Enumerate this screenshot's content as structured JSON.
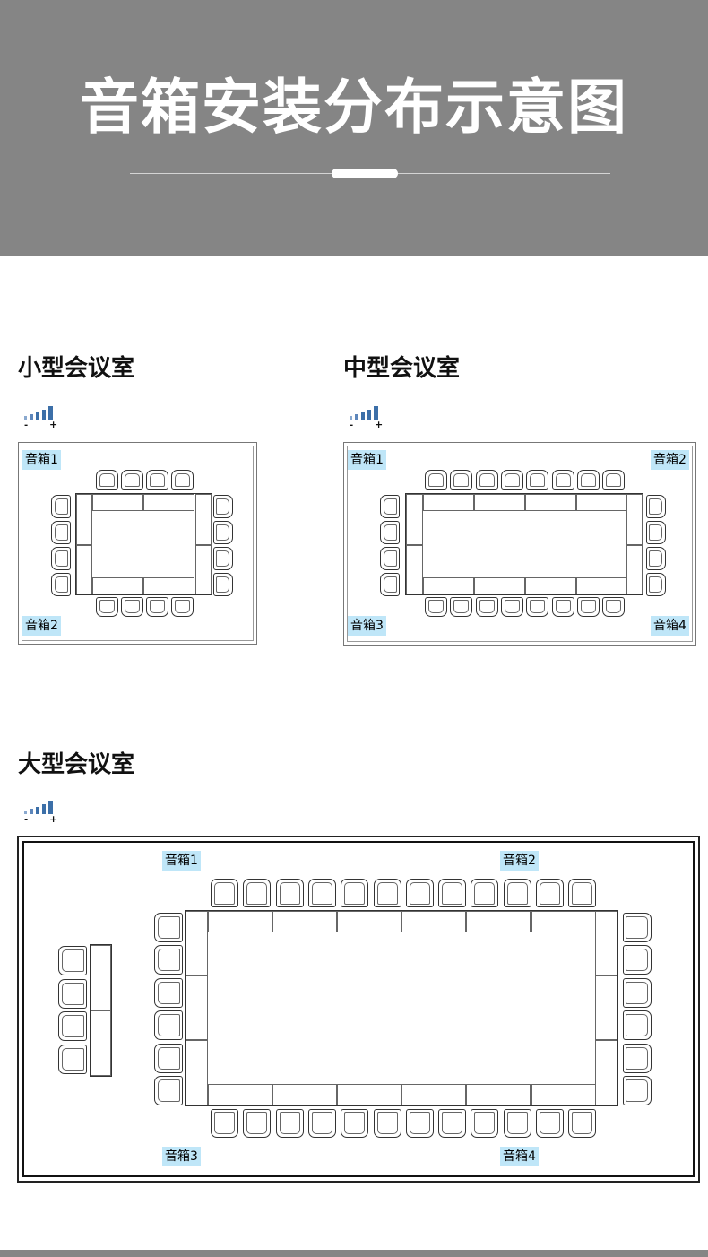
{
  "header": {
    "title": "音箱安装分布示意图"
  },
  "sections": {
    "small": {
      "title": "小型会议室",
      "speakers": [
        "音箱1",
        "音箱2"
      ]
    },
    "medium": {
      "title": "中型会议室",
      "speakers": [
        "音箱1",
        "音箱2",
        "音箱3",
        "音箱4"
      ]
    },
    "large": {
      "title": "大型会议室",
      "speakers": [
        "音箱1",
        "音箱2",
        "音箱3",
        "音箱4"
      ]
    }
  },
  "icons": {
    "signal": "signal-strength-icon",
    "signal_minus": "-",
    "signal_plus": "+"
  },
  "colors": {
    "header_bg": "#858585",
    "speaker_label_bg": "#bfe6f8",
    "signal_bars": "#3c6fa8"
  }
}
